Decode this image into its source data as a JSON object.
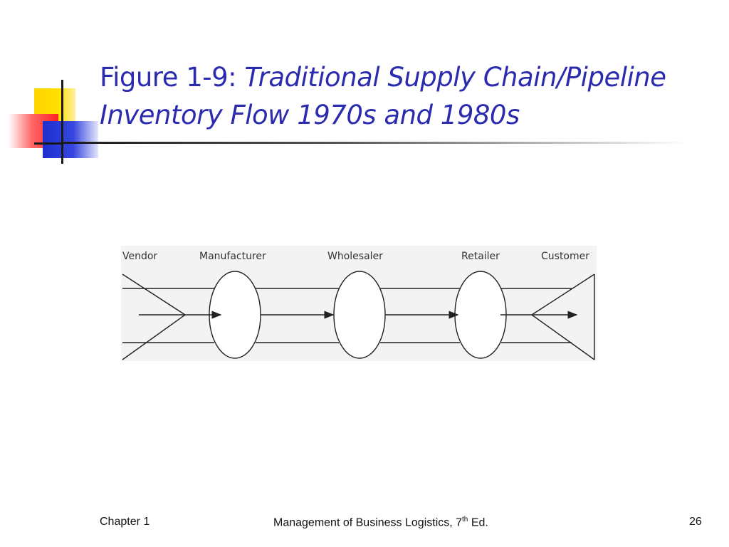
{
  "title": {
    "prefix": "Figure 1-9: ",
    "italic_line1": "Traditional Supply Chain/Pipeline",
    "italic_line2": "Inventory Flow 1970s and 1980s"
  },
  "diagram": {
    "stages": [
      "Vendor",
      "Manufacturer",
      "Wholesaler",
      "Retailer",
      "Customer"
    ]
  },
  "footer": {
    "left": "Chapter 1",
    "center_text": "Management of Business Logistics, 7",
    "center_sup": "th",
    "center_suffix": " Ed.",
    "page_number": "26"
  },
  "colors": {
    "title": "#2b2bb0",
    "logo_yellow": "#ffd400",
    "logo_red": "#ff2020",
    "logo_blue": "#1f2fd0"
  }
}
